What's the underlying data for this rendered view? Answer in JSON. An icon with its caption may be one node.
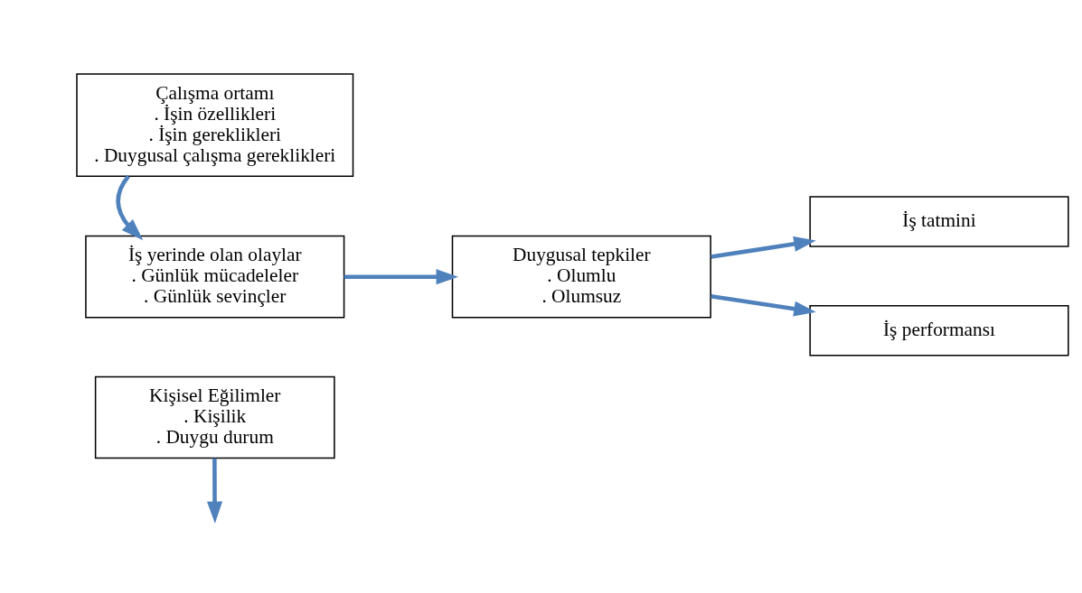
{
  "diagram": {
    "nodes": [
      {
        "text": [
          "Çalışma ortamı",
          ". İşin özellikleri",
          ". İşin gereklikleri",
          ". Duygusal çalışma gereklikleri"
        ]
      },
      {
        "text": [
          "İş yerinde olan olaylar",
          ". Günlük mücadeleler",
          ". Günlük sevinçler"
        ]
      },
      {
        "text": [
          "Duygusal tepkiler",
          ". Olumlu",
          ". Olumsuz"
        ]
      },
      {
        "text": [
          "İş tatmini"
        ]
      },
      {
        "text": [
          "İş performansı"
        ]
      },
      {
        "text": [
          "Kişisel Eğilimler",
          ". Kişilik",
          ". Duygu durum"
        ]
      }
    ],
    "edges": [
      {
        "from": 0,
        "to": 1,
        "arrow": "to"
      },
      {
        "from": 1,
        "to": 2,
        "arrow": "to"
      },
      {
        "from": 5,
        "to": null,
        "arrow": "to"
      },
      {
        "from": 2,
        "to": 3,
        "arrow": "to"
      },
      {
        "from": 2,
        "to": 4,
        "arrow": "to"
      }
    ]
  }
}
